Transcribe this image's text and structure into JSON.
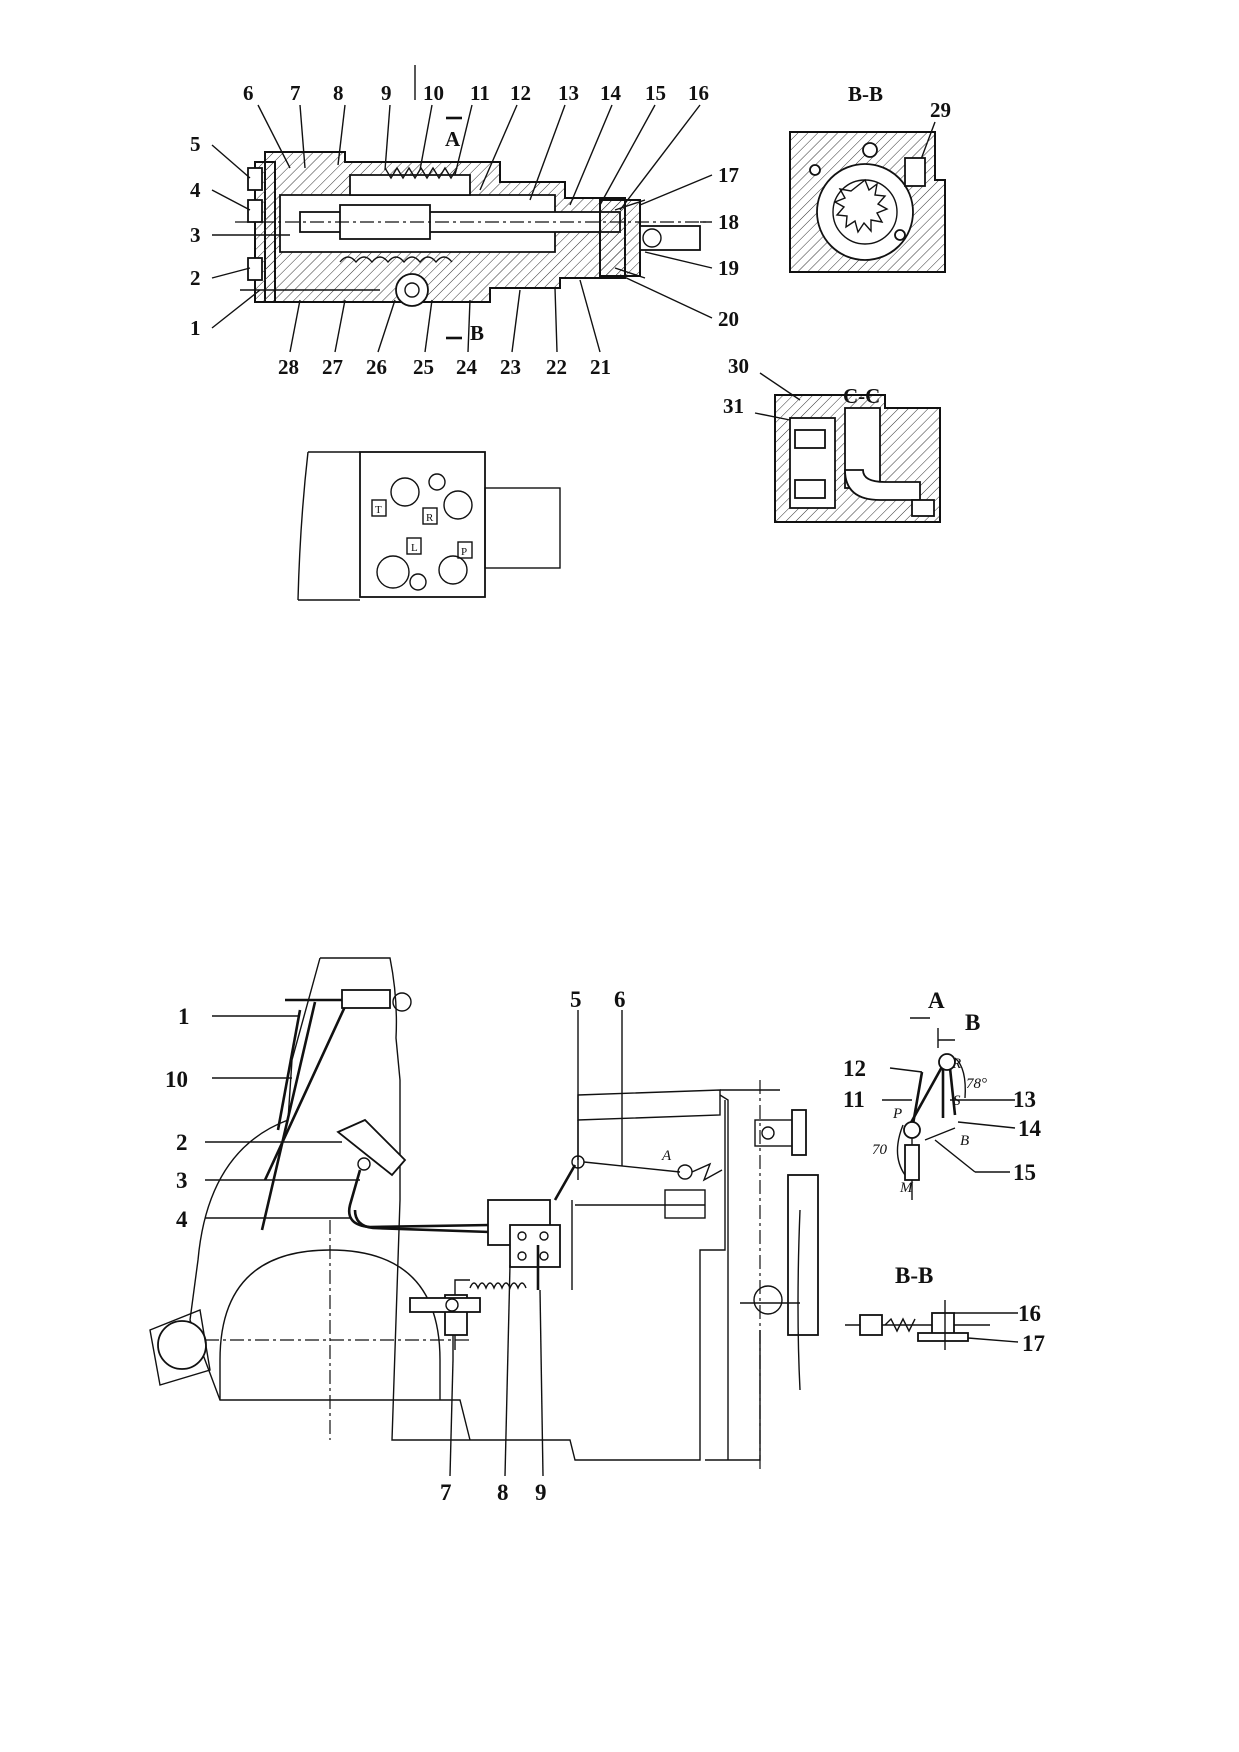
{
  "figure_top": {
    "callouts_top": [
      "6",
      "7",
      "8",
      "9",
      "10",
      "11",
      "12",
      "13",
      "14",
      "15",
      "16"
    ],
    "callouts_left": [
      "5",
      "4",
      "3",
      "2",
      "1"
    ],
    "callouts_right": [
      "17",
      "18",
      "19",
      "20"
    ],
    "callouts_bottom": [
      "28",
      "27",
      "26",
      "25",
      "24",
      "23",
      "22",
      "21"
    ],
    "view_marks": [
      "A",
      "B"
    ],
    "section_bb": {
      "title": "B-B",
      "callouts": [
        "29"
      ]
    },
    "section_cc": {
      "title": "C-C",
      "callouts": [
        "30",
        "31"
      ]
    },
    "port_plate": {
      "port_labels": [
        "T",
        "R",
        "L",
        "P"
      ]
    }
  },
  "figure_bottom": {
    "callouts_left": [
      "1",
      "10",
      "2",
      "3",
      "4"
    ],
    "callouts_top": [
      "5",
      "6"
    ],
    "callouts_bottom": [
      "7",
      "8",
      "9"
    ],
    "view_marks": [
      "A"
    ],
    "detail_a": {
      "view_letters": [
        "A",
        "B"
      ],
      "callouts": [
        "12",
        "11",
        "13",
        "14",
        "15"
      ],
      "point_labels": [
        "R",
        "S",
        "P",
        "B",
        "M"
      ],
      "angles": [
        "78°",
        "70"
      ]
    },
    "section_bb": {
      "title": "B-B",
      "callouts": [
        "16",
        "17"
      ]
    }
  }
}
